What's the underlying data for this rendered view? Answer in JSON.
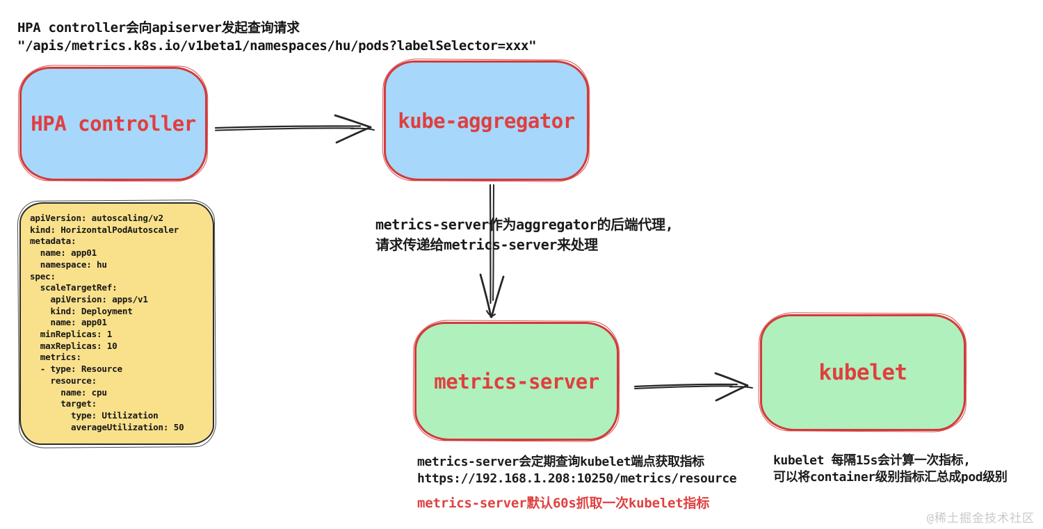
{
  "header": {
    "line1": "HPA controller会向apiserver发起查询请求",
    "line2": "\"/apis/metrics.k8s.io/v1beta1/namespaces/hu/pods?labelSelector=xxx\""
  },
  "nodes": {
    "hpa_controller": {
      "label": "HPA controller",
      "fill": "#a7d7fa",
      "border": "#d23a3a"
    },
    "kube_aggregator": {
      "label": "kube-aggregator",
      "fill": "#a7d7fa",
      "border": "#d23a3a"
    },
    "metrics_server": {
      "label": "metrics-server",
      "fill": "#aff0bd",
      "border": "#d23a3a"
    },
    "kubelet": {
      "label": "kubelet",
      "fill": "#aff0bd",
      "border": "#d23a3a"
    }
  },
  "yaml_box": {
    "fill": "#f9e18c",
    "code": "apiVersion: autoscaling/v2\nkind: HorizontalPodAutoscaler\nmetadata:\n  name: app01\n  namespace: hu\nspec:\n  scaleTargetRef:\n    apiVersion: apps/v1\n    kind: Deployment\n    name: app01\n  minReplicas: 1\n  maxReplicas: 10\n  metrics:\n  - type: Resource\n    resource:\n      name: cpu\n      target:\n        type: Utilization\n        averageUtilization: 50"
  },
  "annotations": {
    "aggregator_note_line1": "metrics-server作为aggregator的后端代理,",
    "aggregator_note_line2": "请求传递给metrics-server来处理",
    "metrics_note_line1": "metrics-server会定期查询kubelet端点获取指标",
    "metrics_note_line2": "https://192.168.1.208:10250/metrics/resource",
    "metrics_note_red": "metrics-server默认60s抓取一次kubelet指标",
    "kubelet_note_line1": "kubelet  每隔15s会计算一次指标,",
    "kubelet_note_line2": "可以将container级别指标汇总成pod级别"
  },
  "watermark": "@稀土掘金技术社区",
  "colors": {
    "label_red": "#e03e3e",
    "note_red": "#e04040",
    "watermark_gray": "#c9c9c9"
  }
}
